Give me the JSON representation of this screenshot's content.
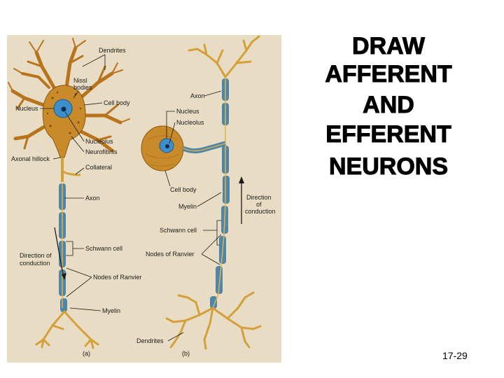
{
  "slide": {
    "title_lines": [
      "DRAW",
      "AFFERENT",
      "AND",
      "EFFERENT",
      "NEURONS"
    ],
    "slide_number": "17-29"
  },
  "figure": {
    "panel_a": {
      "tag": "(a)",
      "labels": {
        "dendrites": "Dendrites",
        "nissl": "Nissl",
        "bodies": "bodies",
        "nucleus": "Nucleus",
        "cell_body": "Cell body",
        "nucleolus": "Nucleolus",
        "neurofibrils": "Neurofibrils",
        "axonal_hillock": "Axonal hillock",
        "collateral": "Collateral",
        "axon": "Axon",
        "direction_1": "Direction of",
        "direction_2": "conduction",
        "schwann_cell": "Schwann cell",
        "nodes_of_ranvier": "Nodes of Ranvier",
        "myelin": "Myelin"
      }
    },
    "panel_b": {
      "tag": "(b)",
      "labels": {
        "axon": "Axon",
        "nucleus": "Nucleus",
        "nucleolus": "Nucleolus",
        "cell_body": "Cell body",
        "myelin": "Myelin",
        "direction_1": "Direction",
        "direction_2": "of",
        "direction_3": "conduction",
        "schwann_cell": "Schwann cell",
        "nodes_of_ranvier": "Nodes of Ranvier",
        "dendrites": "Dendrites"
      }
    },
    "colors": {
      "background": "#e8ddc4",
      "cell_body": "#c98a2a",
      "neurite": "#d4a03a",
      "myelin": "#4f86a8",
      "nucleus": "#3c8fc8"
    }
  }
}
